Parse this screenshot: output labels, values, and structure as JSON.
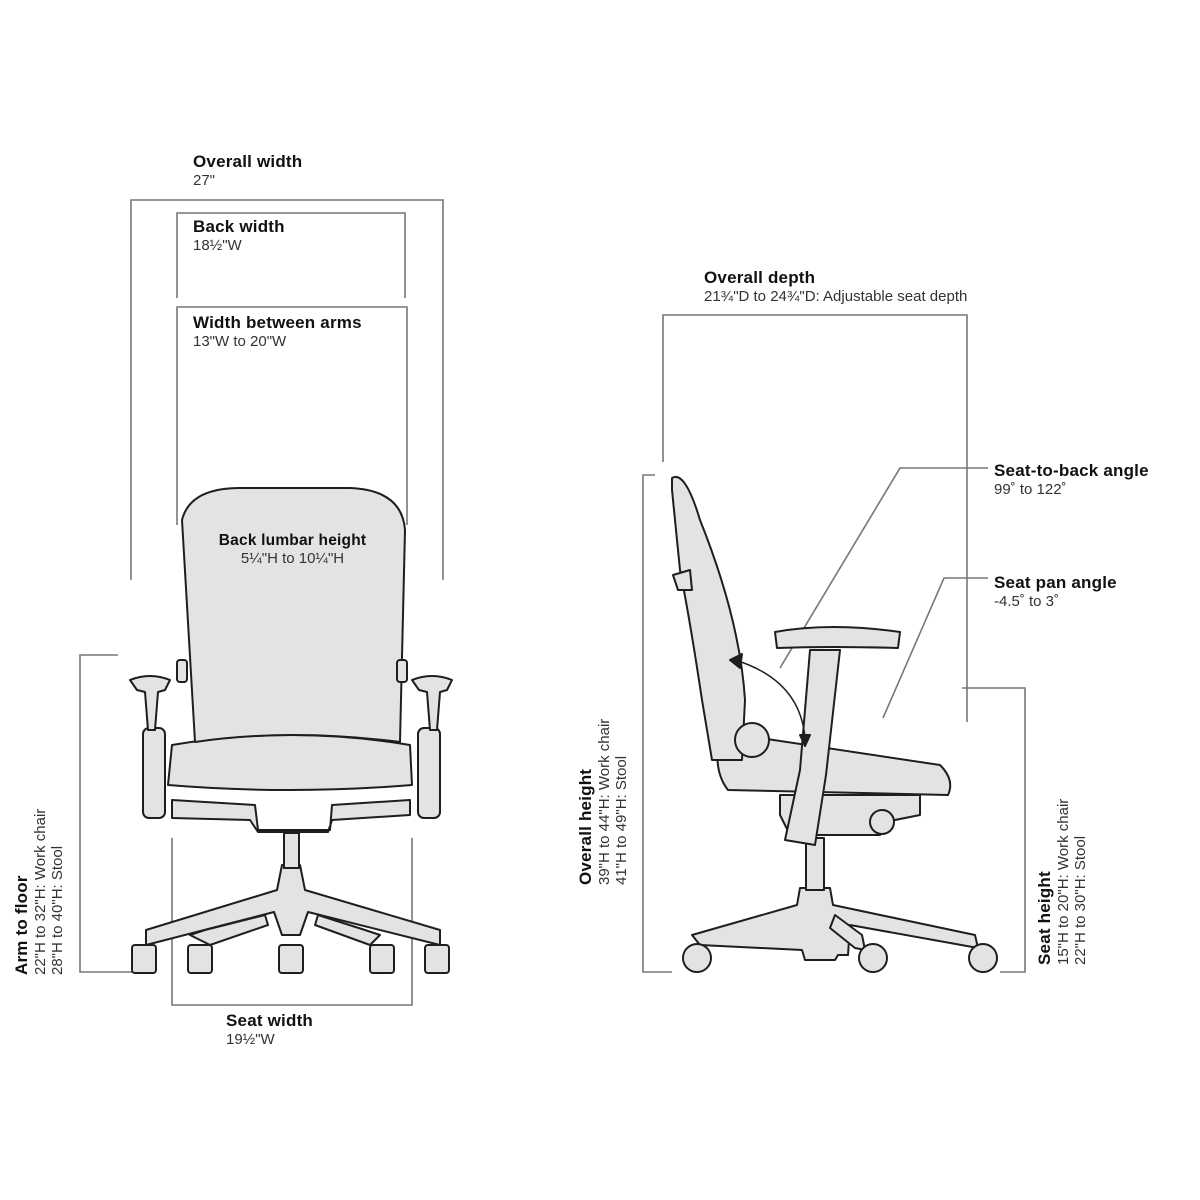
{
  "colors": {
    "background": "#ffffff",
    "dimension_line": "#777777",
    "chair_outline": "#1e1e1e",
    "chair_fill": "#e3e3e3",
    "heading_text": "#111111",
    "value_text": "#333333"
  },
  "front_view": {
    "overall_width": {
      "title": "Overall width",
      "value": "27\""
    },
    "back_width": {
      "title": "Back width",
      "value": "18½\"W"
    },
    "width_between_arms": {
      "title": "Width between arms",
      "value": "13\"W to 20\"W"
    },
    "back_lumbar_height": {
      "title": "Back lumbar height",
      "value": "5¼\"H to 10¼\"H"
    },
    "arm_to_floor": {
      "title": "Arm to floor",
      "value_1": "22\"H to 32\"H: Work chair",
      "value_2": "28\"H to 40\"H: Stool"
    },
    "seat_width": {
      "title": "Seat width",
      "value": "19½\"W"
    }
  },
  "side_view": {
    "overall_depth": {
      "title": "Overall depth",
      "value": "21¾\"D to 24¾\"D: Adjustable seat depth"
    },
    "seat_to_back_angle": {
      "title": "Seat-to-back angle",
      "value": "99˚ to 122˚"
    },
    "seat_pan_angle": {
      "title": "Seat pan angle",
      "value": "-4.5˚ to 3˚"
    },
    "overall_height": {
      "title": "Overall height",
      "value_1": "39\"H to 44\"H: Work chair",
      "value_2": "41\"H to 49\"H: Stool"
    },
    "seat_height": {
      "title": "Seat height",
      "value_1": "15\"H to 20\"H: Work chair",
      "value_2": "22\"H to 30\"H: Stool"
    }
  }
}
